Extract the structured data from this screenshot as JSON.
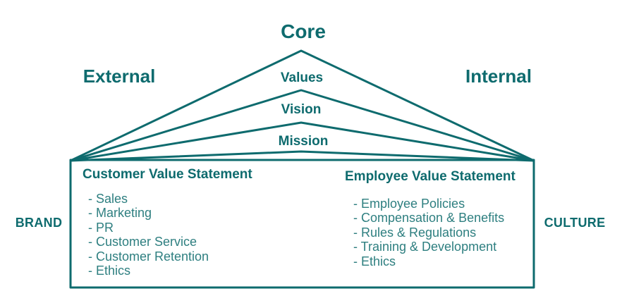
{
  "colors": {
    "line_teal": "#0e6b6e",
    "list_teal": "#2e7f80",
    "background": "#ffffff"
  },
  "pyramid": {
    "core_label": "Core",
    "external_label": "External",
    "internal_label": "Internal",
    "levels": [
      {
        "label": "Values"
      },
      {
        "label": "Vision"
      },
      {
        "label": "Mission"
      }
    ]
  },
  "statements": {
    "customer": {
      "title": "Customer Value Statement",
      "items": [
        "- Sales",
        "- Marketing",
        "- PR",
        "- Customer Service",
        "- Customer Retention",
        "- Ethics"
      ]
    },
    "employee": {
      "title": "Employee Value Statement",
      "items": [
        "- Employee Policies",
        "- Compensation & Benefits",
        "- Rules & Regulations",
        "- Training & Development",
        "- Ethics"
      ]
    }
  },
  "side_labels": {
    "brand": "BRAND",
    "culture": "CULTURE"
  }
}
